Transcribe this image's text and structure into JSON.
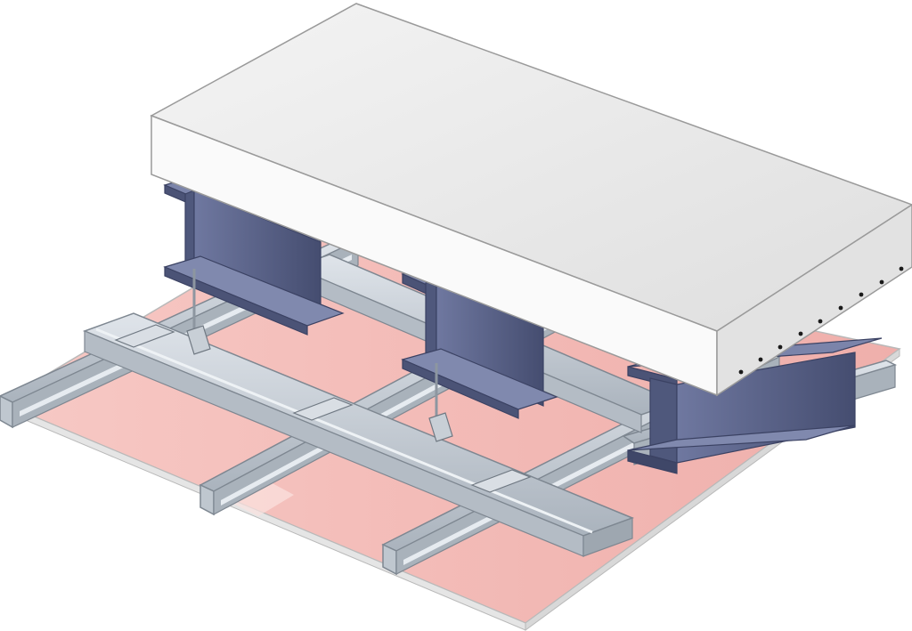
{
  "diagram": {
    "labels": [],
    "components": [
      {
        "name": "concrete-slab",
        "color": "#ececec"
      },
      {
        "name": "steel-i-beam",
        "color": "#5a6388"
      },
      {
        "name": "hanger-rod",
        "color": "#9aa3ad"
      },
      {
        "name": "primary-channel",
        "color": "#c3cbd3"
      },
      {
        "name": "secondary-furring-channel",
        "color": "#c3cbd3"
      },
      {
        "name": "plasterboard-ceiling",
        "color": "#f4bcb8"
      }
    ],
    "counts": {
      "i_beams": 3,
      "primary_channels": 2,
      "secondary_channels": 4
    }
  }
}
